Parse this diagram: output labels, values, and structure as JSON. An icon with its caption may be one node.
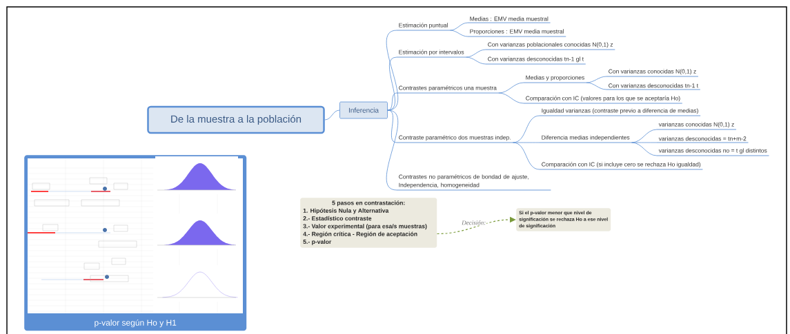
{
  "diagram": {
    "nodes": [
      {
        "text": [
          "De la muestra a la población"
        ]
      },
      {
        "text": [
          "Inferencia"
        ]
      },
      {
        "text": [
          "Estimación puntual"
        ]
      },
      {
        "text": [
          "Medias : EMV media muestral"
        ]
      },
      {
        "text": [
          "Proporciones : EMV media muestral"
        ]
      },
      {
        "text": [
          "Estimación por intervalos"
        ]
      },
      {
        "text": [
          "Con varianzas poblacionales conocidas  N(0,1) z"
        ]
      },
      {
        "text": [
          "Con varianzas desconocidas  tn-1 gl t"
        ]
      },
      {
        "text": [
          "Contrastes paramétricos una muestra"
        ]
      },
      {
        "text": [
          "Medias y proporciones"
        ]
      },
      {
        "text": [
          "Con varianzas conocidas N(0,1) z"
        ]
      },
      {
        "text": [
          "Con varianzas desconocidas  tn-1 t"
        ]
      },
      {
        "text": [
          "Comparación con IC  (valores para los que se aceptaría Ho)"
        ]
      },
      {
        "text": [
          "Contraste paramétrico dos muestras indep."
        ]
      },
      {
        "text": [
          "Igualdad varianzas (contraste previo a diferencia de medias)"
        ]
      },
      {
        "text": [
          "Diferencia medias independientes"
        ]
      },
      {
        "text": [
          "varianzas conocidas N(0,1) z"
        ]
      },
      {
        "text": [
          "varianzas desconocidas = tn+m-2"
        ]
      },
      {
        "text": [
          "varianzas desconocidas no = t gl distintos"
        ]
      },
      {
        "text": [
          "Comparación con IC (si incluye cero se rechaza Ho igualdad)"
        ]
      },
      {
        "text": [
          "Contrastes no paramétricos  de bondad de ajuste, Independencia, homogeneidad"
        ]
      },
      {
        "text": [
          "5 pasos en contrastación:",
          "1.  Hipótesis Nula y Alternativa",
          "2.- Estadístico contraste",
          "3.- Valor experimental (para esa/s muestras)",
          "4.- Región crítica - Región de aceptación",
          "5.-  p-valor"
        ]
      },
      {
        "text": [
          "Si el p-valor menor que nivel de significación se rechaza Ho a ese nivel de significación"
        ]
      },
      {
        "text": [
          "p-valor según Ho y H1"
        ]
      }
    ],
    "edges": [
      {
        "from": 0,
        "to": 1,
        "arrow": "none"
      },
      {
        "from": 1,
        "to": 2,
        "arrow": "none"
      },
      {
        "from": 1,
        "to": 5,
        "arrow": "none"
      },
      {
        "from": 1,
        "to": 8,
        "arrow": "none"
      },
      {
        "from": 1,
        "to": 13,
        "arrow": "none"
      },
      {
        "from": 1,
        "to": 20,
        "arrow": "none"
      },
      {
        "from": 2,
        "to": 3,
        "arrow": "none"
      },
      {
        "from": 2,
        "to": 4,
        "arrow": "none"
      },
      {
        "from": 5,
        "to": 6,
        "arrow": "none"
      },
      {
        "from": 5,
        "to": 7,
        "arrow": "none"
      },
      {
        "from": 8,
        "to": 9,
        "arrow": "none"
      },
      {
        "from": 8,
        "to": 12,
        "arrow": "none"
      },
      {
        "from": 9,
        "to": 10,
        "arrow": "none"
      },
      {
        "from": 9,
        "to": 11,
        "arrow": "none"
      },
      {
        "from": 13,
        "to": 14,
        "arrow": "none"
      },
      {
        "from": 13,
        "to": 15,
        "arrow": "none"
      },
      {
        "from": 13,
        "to": 19,
        "arrow": "none"
      },
      {
        "from": 15,
        "to": 16,
        "arrow": "none"
      },
      {
        "from": 15,
        "to": 17,
        "arrow": "none"
      },
      {
        "from": 15,
        "to": 18,
        "arrow": "none"
      },
      {
        "from": 21,
        "to": 22,
        "arrow": "to",
        "label": "Decisión:",
        "style": "dashed",
        "color": "#7a9a3a"
      }
    ]
  }
}
